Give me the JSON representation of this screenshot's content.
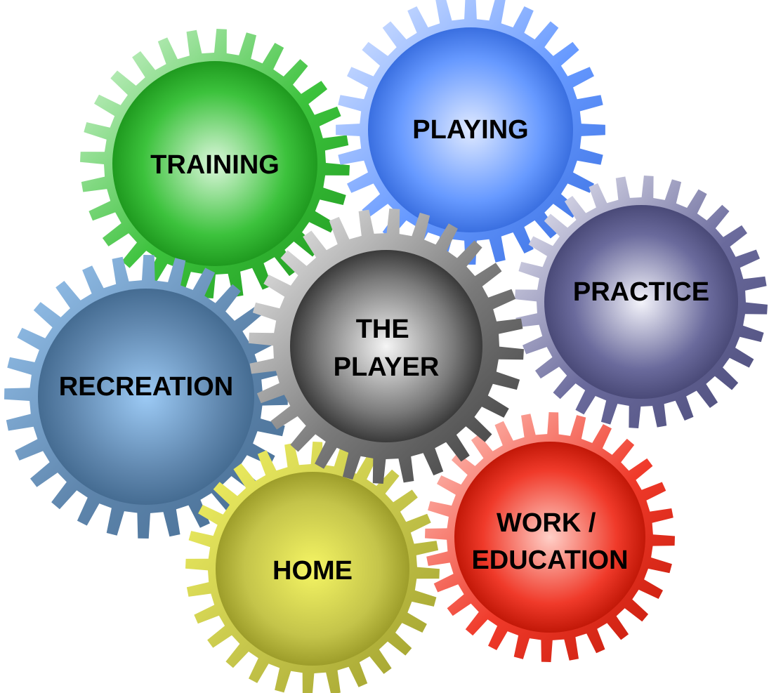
{
  "diagram": {
    "gears": [
      {
        "key": "training",
        "lines": [
          "TRAINING"
        ],
        "colors": {
          "base": "#3cc23c",
          "light": "#dcf7dc",
          "dark": "#1f9a1f"
        }
      },
      {
        "key": "playing",
        "lines": [
          "PLAYING"
        ],
        "colors": {
          "base": "#6699ff",
          "light": "#dfe9ff",
          "dark": "#3a6fe0"
        }
      },
      {
        "key": "practice",
        "lines": [
          "PRACTICE"
        ],
        "colors": {
          "base": "#6a6a9c",
          "light": "#f4f4fb",
          "dark": "#4a4a78"
        }
      },
      {
        "key": "recreation",
        "lines": [
          "RECREATION"
        ],
        "colors": {
          "base": "#5f86ad",
          "light": "#9ccaf5",
          "dark": "#456c92"
        }
      },
      {
        "key": "home",
        "lines": [
          "HOME"
        ],
        "colors": {
          "base": "#c4c44a",
          "light": "#f5f564",
          "dark": "#9d9d2a"
        }
      },
      {
        "key": "work",
        "lines": [
          "WORK /",
          "EDUCATION"
        ],
        "colors": {
          "base": "#f03a2a",
          "light": "#ffd0c8",
          "dark": "#c21808"
        }
      },
      {
        "key": "player",
        "lines": [
          "THE",
          "PLAYER"
        ],
        "colors": {
          "base": "#7a7a7a",
          "light": "#f5f5f5",
          "dark": "#3a3a3a"
        }
      }
    ]
  }
}
